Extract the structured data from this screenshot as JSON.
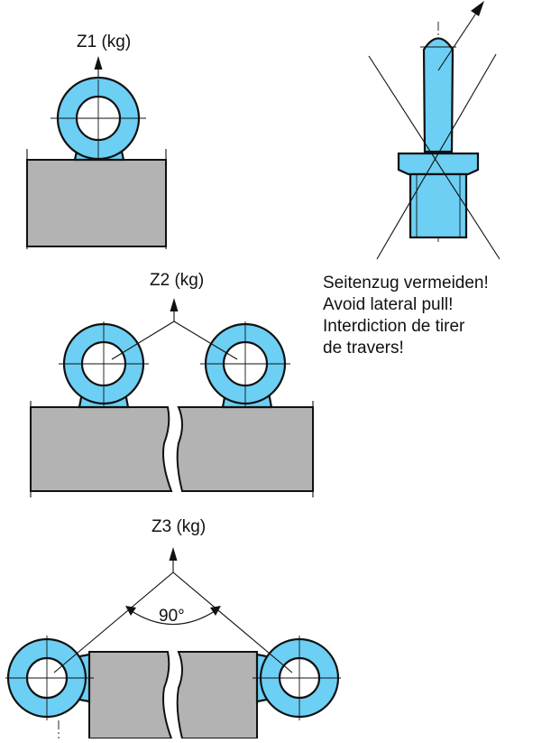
{
  "labels": {
    "z1": "Z1 (kg)",
    "z2": "Z2 (kg)",
    "z3": "Z3 (kg)",
    "angle": "90°"
  },
  "warning": {
    "lines": [
      "Seitenzug vermeiden!",
      "Avoid lateral pull!",
      "Interdiction de tirer",
      "de travers!"
    ]
  },
  "colors": {
    "eyebolt": "#6ccff3",
    "block": "#b3b3b3",
    "line": "#111111"
  }
}
